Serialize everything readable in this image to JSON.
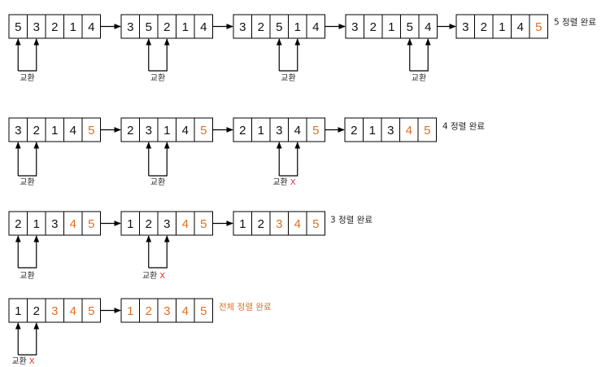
{
  "colors": {
    "sorted": "#e07020",
    "unsorted": "#111111",
    "x_mark": "#e03030",
    "border": "#000000"
  },
  "rows": [
    {
      "steps": [
        {
          "values": [
            5,
            3,
            2,
            1,
            4
          ],
          "sorted_from": 5,
          "swap_at": 0,
          "swapped": true
        },
        {
          "values": [
            3,
            5,
            2,
            1,
            4
          ],
          "sorted_from": 5,
          "swap_at": 1,
          "swapped": true
        },
        {
          "values": [
            3,
            2,
            5,
            1,
            4
          ],
          "sorted_from": 5,
          "swap_at": 2,
          "swapped": true
        },
        {
          "values": [
            3,
            2,
            1,
            5,
            4
          ],
          "sorted_from": 5,
          "swap_at": 3,
          "swapped": true
        },
        {
          "values": [
            3,
            2,
            1,
            4,
            5
          ],
          "sorted_from": 4,
          "swap_at": null,
          "swapped": null
        }
      ],
      "status": "5 정렬 완료",
      "status_orange": false
    },
    {
      "steps": [
        {
          "values": [
            3,
            2,
            1,
            4,
            5
          ],
          "sorted_from": 4,
          "swap_at": 0,
          "swapped": true
        },
        {
          "values": [
            2,
            3,
            1,
            4,
            5
          ],
          "sorted_from": 4,
          "swap_at": 1,
          "swapped": true
        },
        {
          "values": [
            2,
            1,
            3,
            4,
            5
          ],
          "sorted_from": 4,
          "swap_at": 2,
          "swapped": false
        },
        {
          "values": [
            2,
            1,
            3,
            4,
            5
          ],
          "sorted_from": 3,
          "swap_at": null,
          "swapped": null
        }
      ],
      "status": "4 정렬 완료",
      "status_orange": false
    },
    {
      "steps": [
        {
          "values": [
            2,
            1,
            3,
            4,
            5
          ],
          "sorted_from": 3,
          "swap_at": 0,
          "swapped": true
        },
        {
          "values": [
            1,
            2,
            3,
            4,
            5
          ],
          "sorted_from": 3,
          "swap_at": 1,
          "swapped": false
        },
        {
          "values": [
            1,
            2,
            3,
            4,
            5
          ],
          "sorted_from": 2,
          "swap_at": null,
          "swapped": null
        }
      ],
      "status": "3 정렬 완료",
      "status_orange": false
    },
    {
      "steps": [
        {
          "values": [
            1,
            2,
            3,
            4,
            5
          ],
          "sorted_from": 2,
          "swap_at": 0,
          "swapped": false
        },
        {
          "values": [
            1,
            2,
            3,
            4,
            5
          ],
          "sorted_from": 0,
          "swap_at": null,
          "swapped": null
        }
      ],
      "status": "전체 정렬 완료",
      "status_orange": true
    }
  ],
  "labels": {
    "swap": "교환",
    "no_swap_mark": "X"
  }
}
